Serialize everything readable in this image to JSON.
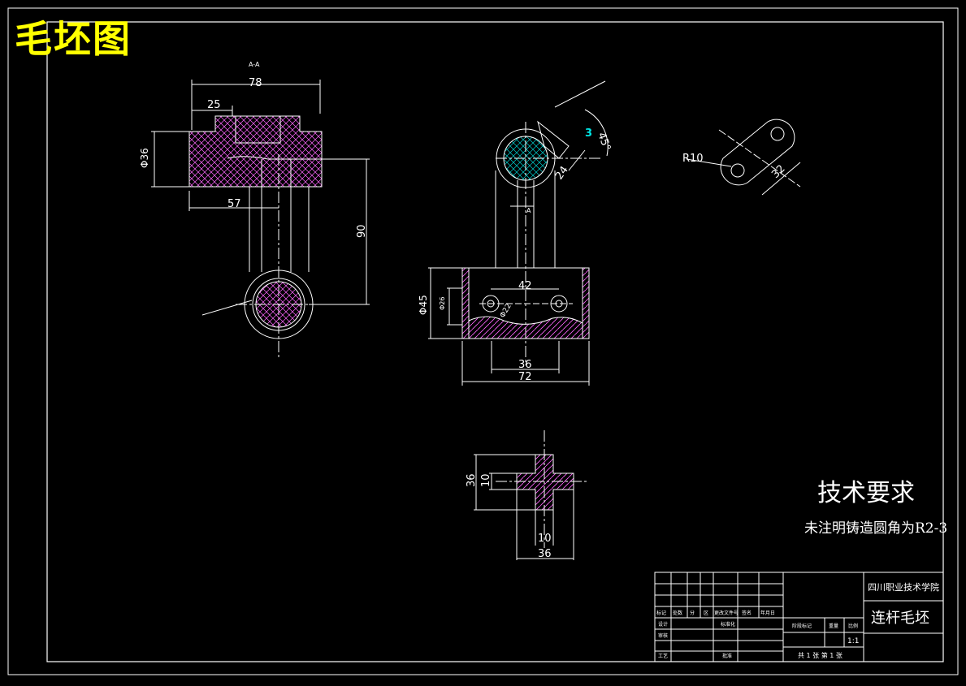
{
  "header": {
    "title": "毛坯图"
  },
  "requirements": {
    "title": "技术要求",
    "text": "未注明铸造圆角为R2-3"
  },
  "views": {
    "front": {
      "dim_78": "78",
      "dim_25": "25",
      "dim_36": "Φ36",
      "dim_57": "57",
      "dim_90": "90",
      "section": "A-A"
    },
    "side": {
      "dim_45deg": "45°",
      "dim_3": "3",
      "dim_24": "24",
      "dim_42": "42",
      "dim_45": "Φ45",
      "dim_26": "Φ26",
      "dim_22": "Φ22",
      "dim_36": "36",
      "dim_72": "72",
      "label_a": "A"
    },
    "detail": {
      "dim_r10": "R10",
      "dim_32": "32"
    },
    "section": {
      "dim_36v": "36",
      "dim_10v": "10",
      "dim_10h": "10",
      "dim_36h": "36"
    }
  },
  "title_block": {
    "school": "四川职业技术学院",
    "part_name": "连杆毛坯",
    "scale": "1:1",
    "sheet_info": "共 1 张  第 1 张",
    "col_headers": [
      "标记",
      "处数",
      "分",
      "区",
      "更改文件号",
      "签名",
      "年月日"
    ],
    "row_labels": [
      "设计",
      "审核",
      "工艺"
    ],
    "mid_labels": [
      "标准化",
      "",
      "批准"
    ],
    "right_headers": [
      "阶段标记",
      "重量",
      "比例"
    ]
  },
  "colors": {
    "line": "#ffffff",
    "accent": "#ffff00",
    "cyan": "#00e5e5",
    "hatch": "#ff66ff"
  }
}
